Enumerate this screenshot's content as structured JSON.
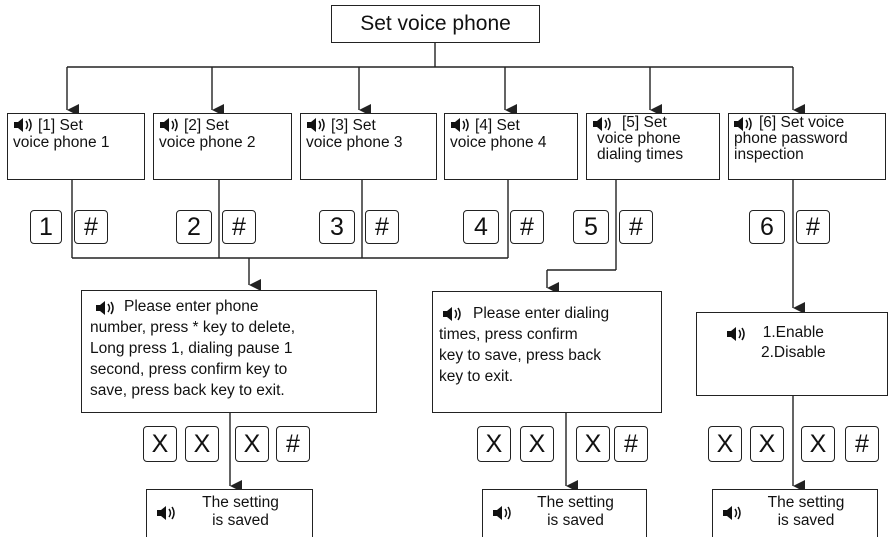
{
  "title": "Set voice phone",
  "steps": [
    {
      "label": "[1] Set\nvoice phone 1",
      "key": "1",
      "confirm": "#"
    },
    {
      "label": "[2] Set\nvoice phone 2",
      "key": "2",
      "confirm": "#"
    },
    {
      "label": "[3] Set\nvoice phone 3",
      "key": "3",
      "confirm": "#"
    },
    {
      "label": "[4] Set\nvoice phone 4",
      "key": "4",
      "confirm": "#"
    },
    {
      "label": "[5] Set\nvoice phone\ndialing times",
      "key": "5",
      "confirm": "#"
    },
    {
      "label": "[6] Set voice\nphone password\ninspection",
      "key": "6",
      "confirm": "#"
    }
  ],
  "prompts": {
    "phone_number": "Please enter phone\nnumber, press * key to delete,\nLong press 1, dialing pause 1\nsecond, press confirm key to\nsave, press back key to exit.",
    "dialing_times": "Please enter dialing\ntimes, press confirm\nkey to save, press back\nkey to exit.",
    "password_options": "1.Enable\n2.Disable"
  },
  "entry_keys": [
    "X",
    "X",
    "X",
    "#"
  ],
  "saved_message": "The setting\nis saved",
  "icons": {
    "speaker": "speaker-icon"
  },
  "colors": {
    "line": "#222222",
    "background": "#ffffff"
  }
}
